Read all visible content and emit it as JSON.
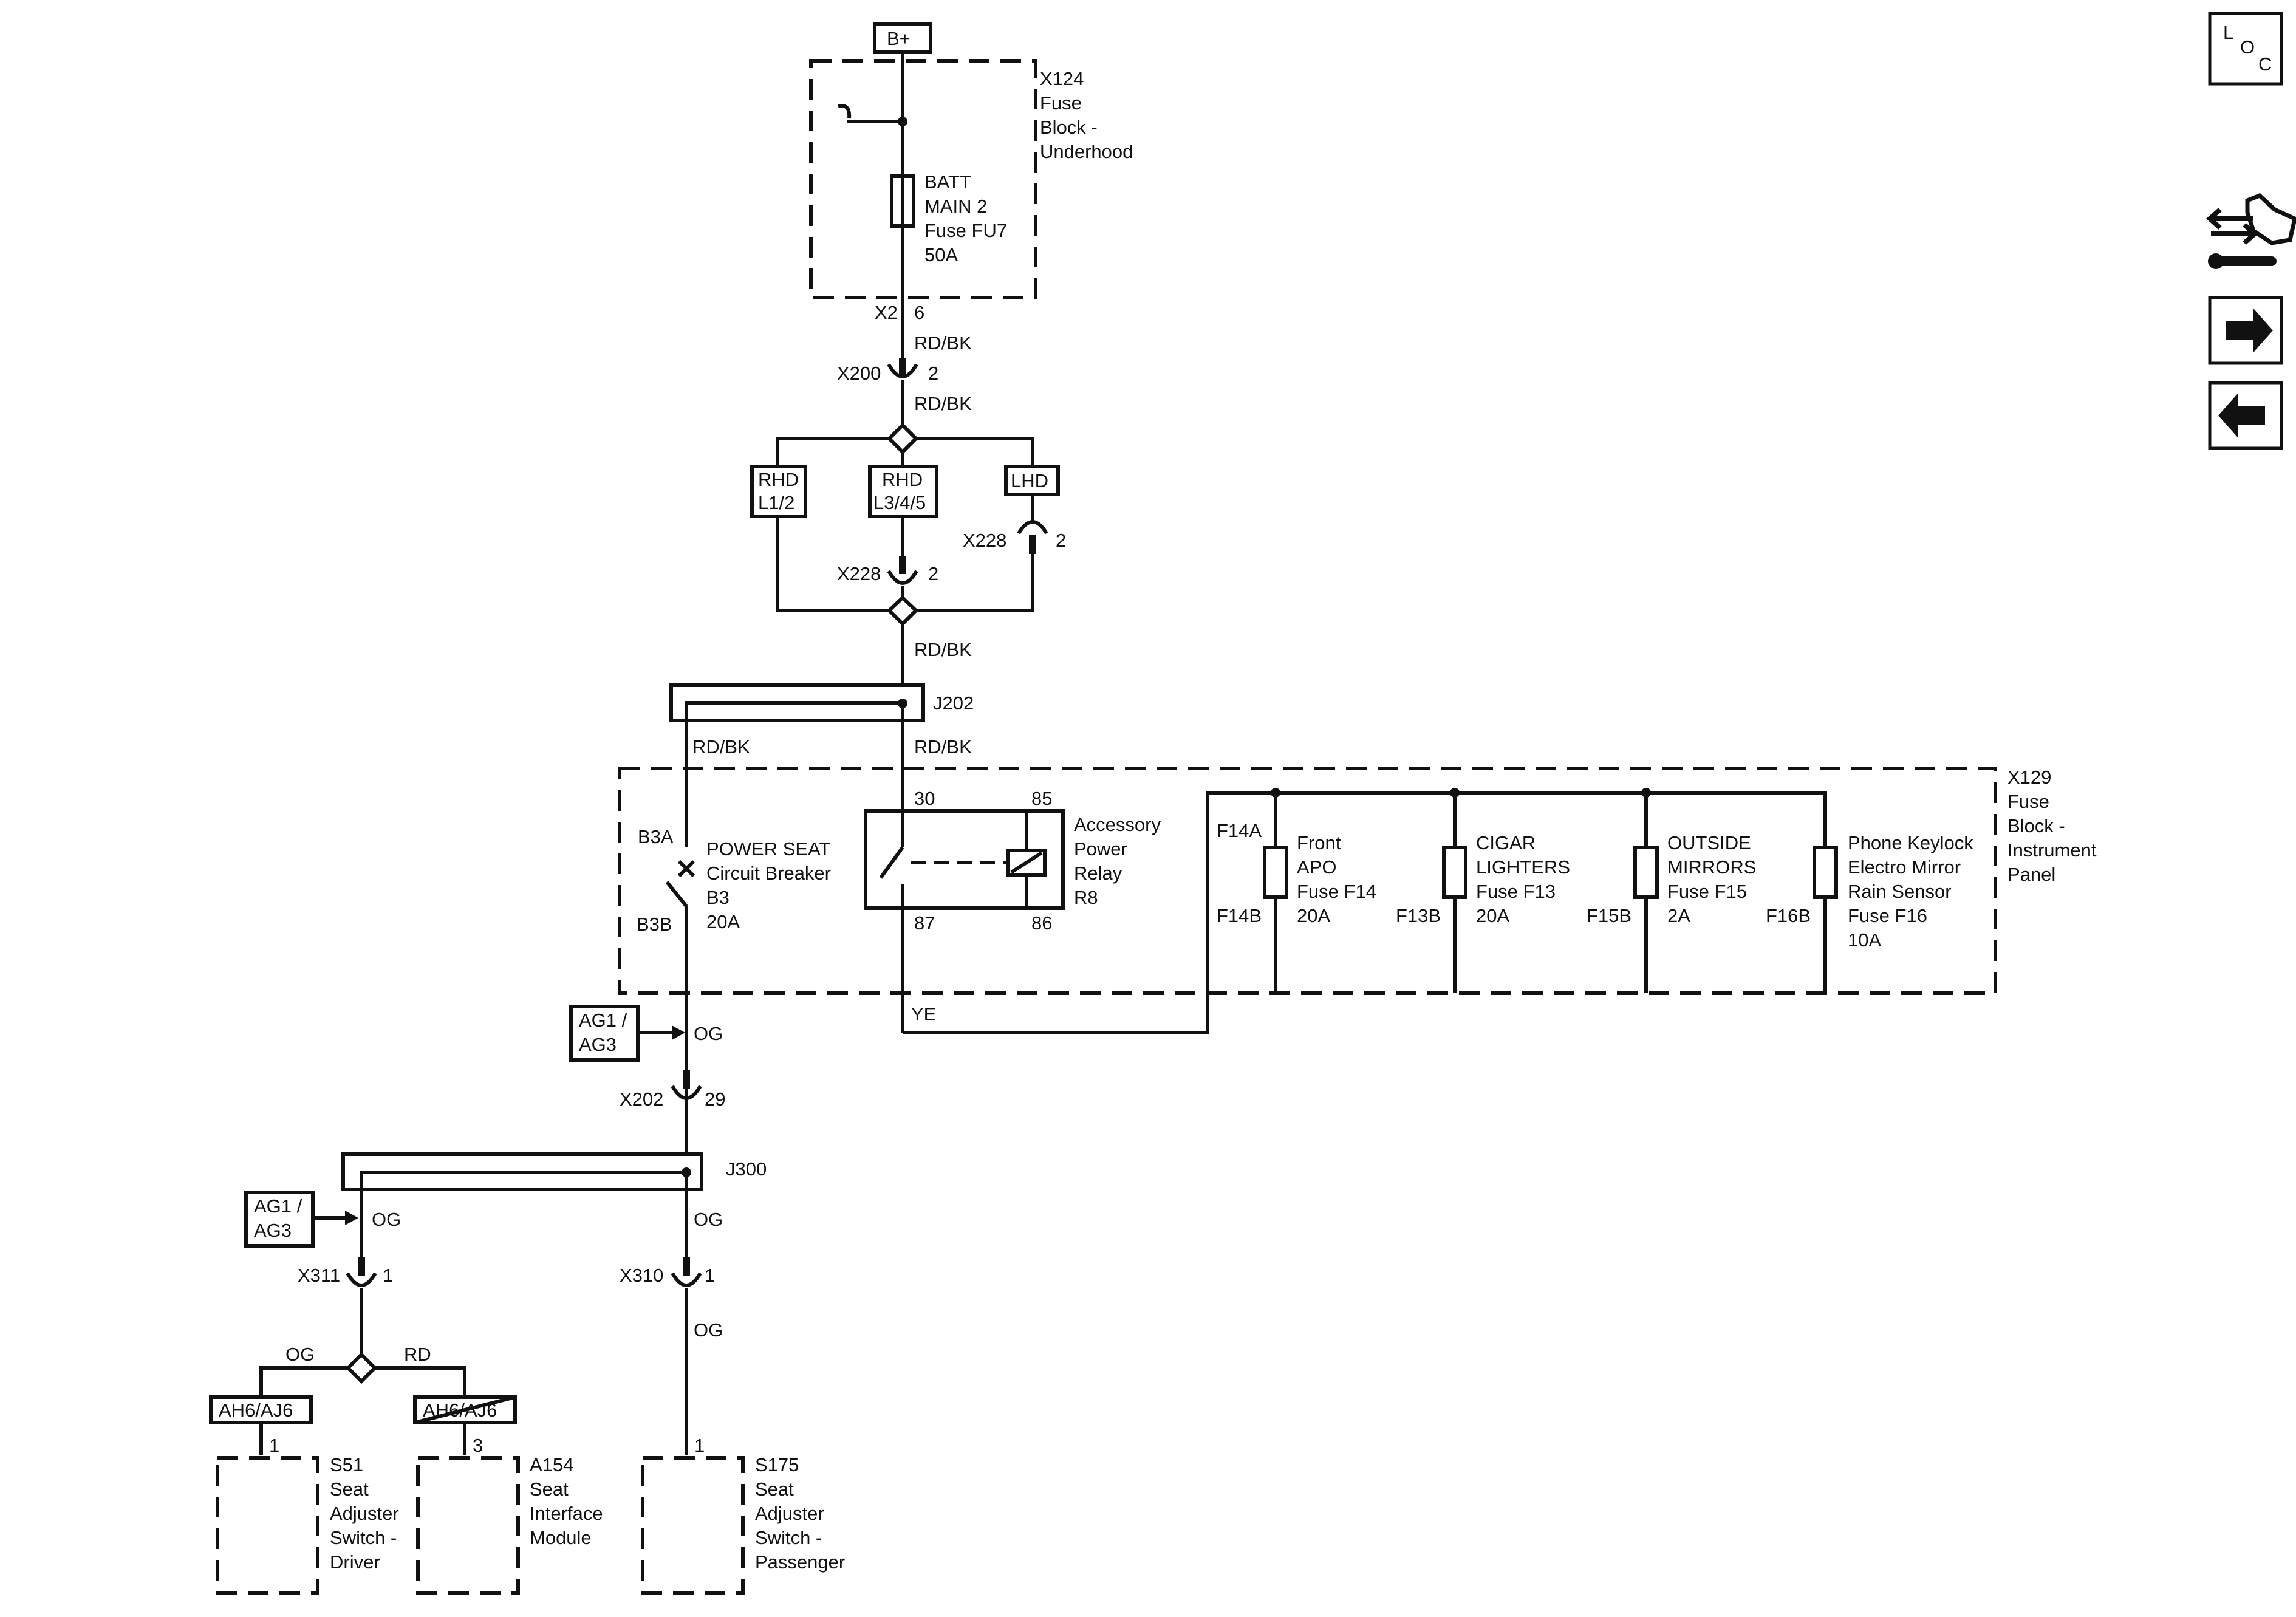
{
  "nav": {
    "loc_l": "L",
    "loc_o": "O",
    "loc_c": "C"
  },
  "power": {
    "source": "B+"
  },
  "x124": {
    "lines": [
      "X124",
      "Fuse",
      "Block -",
      "Underhood"
    ]
  },
  "batt_fuse": {
    "lines": [
      "BATT",
      "MAIN 2",
      "Fuse FU7",
      "50A"
    ]
  },
  "x2": {
    "connector": "X2",
    "pin": "6"
  },
  "wire_rdbk_1": "RD/BK",
  "x200": {
    "connector": "X200",
    "pin": "2"
  },
  "wire_rdbk_2": "RD/BK",
  "options": {
    "rhd12": [
      "RHD",
      "L1/2"
    ],
    "rhd345": [
      "RHD",
      "L3/4/5"
    ],
    "lhd": "LHD"
  },
  "x228_left": {
    "connector": "X228",
    "pin": "2"
  },
  "x228_right": {
    "connector": "X228",
    "pin": "2"
  },
  "wire_rdbk_3": "RD/BK",
  "j202": "J202",
  "wire_rdbk_4": "RD/BK",
  "wire_rdbk_5": "RD/BK",
  "x129": {
    "lines": [
      "X129",
      "Fuse",
      "Block -",
      "Instrument",
      "Panel"
    ]
  },
  "breaker": {
    "pin_a": "B3A",
    "pin_b": "B3B",
    "lines": [
      "POWER SEAT",
      "Circuit Breaker",
      "B3",
      "20A"
    ]
  },
  "relay": {
    "p30": "30",
    "p85": "85",
    "p87": "87",
    "p86": "86",
    "lines": [
      "Accessory",
      "Power",
      "Relay",
      "R8"
    ]
  },
  "wire_ye": "YE",
  "fuses": [
    {
      "pin_a": "F14A",
      "pin_b": "F14B",
      "lines": [
        "Front",
        "APO",
        "Fuse F14",
        "20A"
      ]
    },
    {
      "pin_b": "F13B",
      "lines": [
        "CIGAR",
        "LIGHTERS",
        "Fuse F13",
        "20A"
      ]
    },
    {
      "pin_b": "F15B",
      "lines": [
        "OUTSIDE",
        "MIRRORS",
        "Fuse F15",
        "2A"
      ]
    },
    {
      "pin_b": "F16B",
      "lines": [
        "Phone Keylock",
        "Electro Mirror",
        "Rain Sensor",
        "Fuse F16",
        "10A"
      ]
    }
  ],
  "ag_top": [
    "AG1 /",
    "AG3"
  ],
  "wire_og_1": "OG",
  "x202": {
    "connector": "X202",
    "pin": "29"
  },
  "j300": "J300",
  "ag_bottom": [
    "AG1 /",
    "AG3"
  ],
  "wire_og_2": "OG",
  "wire_og_3": "OG",
  "x311": {
    "connector": "X311",
    "pin": "1"
  },
  "x310": {
    "connector": "X310",
    "pin": "1"
  },
  "wire_og_4": "OG",
  "wire_og_5": "OG",
  "wire_rd": "RD",
  "ah_left": "AH6/AJ6",
  "ah_right": "AH6/AJ6",
  "components": [
    {
      "pin": "1",
      "lines": [
        "S51",
        "Seat",
        "Adjuster",
        "Switch -",
        "Driver"
      ]
    },
    {
      "pin": "3",
      "lines": [
        "A154",
        "Seat",
        "Interface",
        "Module"
      ]
    },
    {
      "pin": "1",
      "lines": [
        "S175",
        "Seat",
        "Adjuster",
        "Switch -",
        "Passenger"
      ]
    }
  ]
}
